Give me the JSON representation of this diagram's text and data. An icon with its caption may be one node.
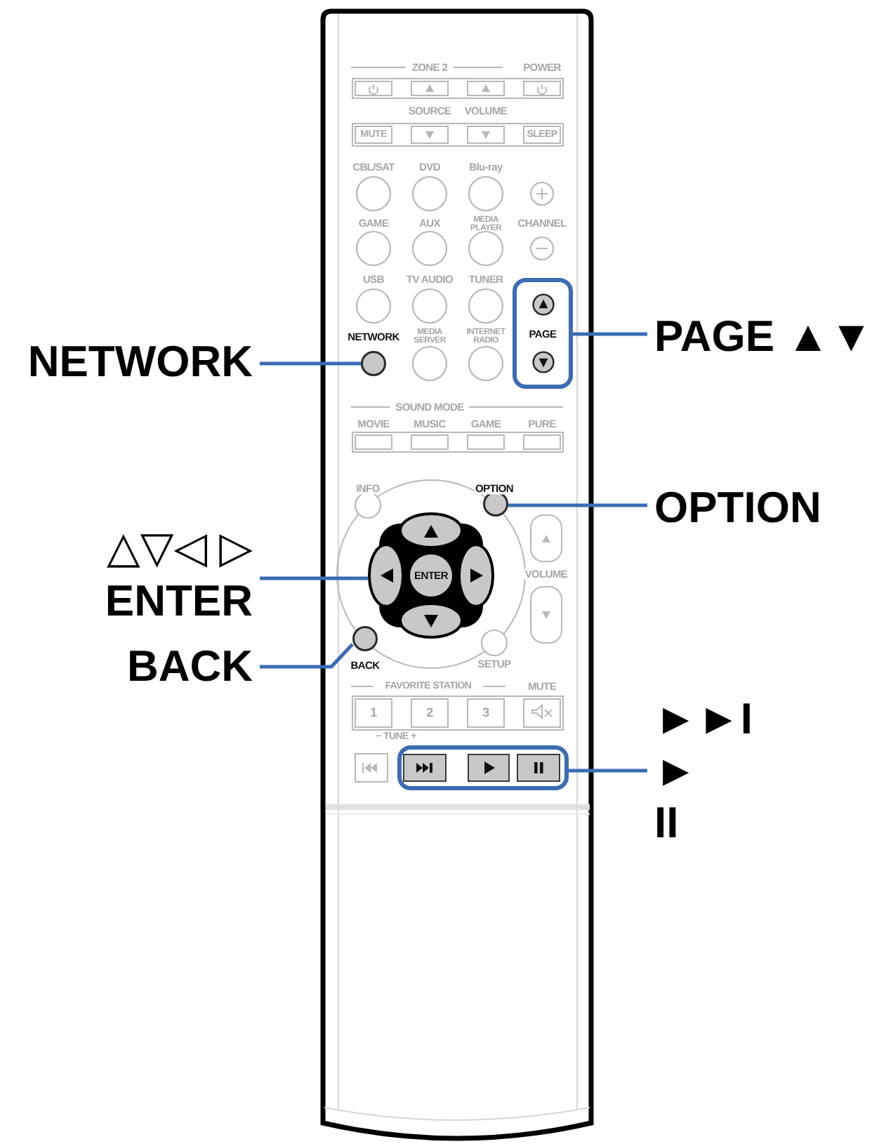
{
  "diagram": {
    "nodes": [
      {
        "text": [
          "NETWORK"
        ]
      },
      {
        "text": [],
        "shape": "circle",
        "beside": [
          "NETWORK"
        ]
      },
      {
        "text": [
          "PAGE"
        ]
      },
      {
        "text": [
          "PAGE ▲▼"
        ]
      },
      {
        "text": [],
        "shape": "circle",
        "beside": [
          "OPTION"
        ]
      },
      {
        "text": [
          "OPTION"
        ]
      },
      {
        "text": [
          "△▽◁ ▷",
          "ENTER"
        ]
      },
      {
        "text": [
          "ENTER"
        ]
      },
      {
        "text": [],
        "shape": "circle",
        "beside": [
          "BACK"
        ]
      },
      {
        "text": [
          "BACK"
        ]
      },
      {
        "text": [],
        "shape": "box"
      },
      {
        "text": [
          "►►I",
          "►",
          "II"
        ]
      }
    ],
    "edges": [
      {
        "from": 0,
        "to": 1,
        "arrow": "none"
      },
      {
        "from": 3,
        "to": 2,
        "arrow": "none"
      },
      {
        "from": 5,
        "to": 4,
        "arrow": "none"
      },
      {
        "from": 6,
        "to": 7,
        "arrow": "none"
      },
      {
        "from": 9,
        "to": 8,
        "arrow": "none"
      },
      {
        "from": 11,
        "to": 10,
        "arrow": "none"
      }
    ],
    "labels": [
      "ZONE 2",
      "POWER",
      "SOURCE",
      "VOLUME",
      "MUTE",
      "SLEEP",
      "CBL/SAT",
      "DVD",
      "Blu-ray",
      "GAME",
      "AUX",
      "MEDIA PLAYER",
      "CHANNEL",
      "USB",
      "TV AUDIO",
      "TUNER",
      "MEDIA SERVER",
      "INTERNET RADIO",
      "SOUND MODE",
      "MOVIE",
      "MUSIC",
      "GAME",
      "PURE",
      "INFO",
      "VOLUME",
      "SETUP",
      "FAVORITE STATION",
      "MUTE",
      "1",
      "2",
      "3",
      "− TUNE +"
    ]
  }
}
